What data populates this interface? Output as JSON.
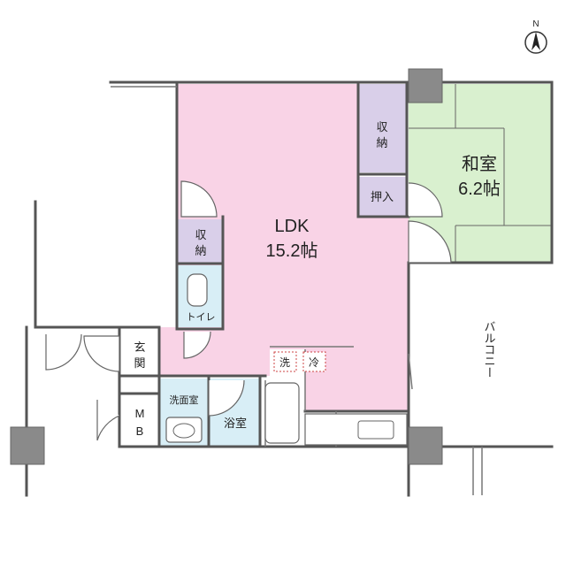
{
  "compass": {
    "label": "N",
    "icon": "north-arrow-icon"
  },
  "rooms": {
    "ldk": {
      "name": "LDK",
      "size": "15.2帖"
    },
    "washitsu": {
      "name": "和室",
      "size": "6.2帖"
    },
    "storage_top": {
      "line1": "収",
      "line2": "納"
    },
    "oshiire": {
      "name": "押入"
    },
    "storage_left": {
      "line1": "収",
      "line2": "納"
    },
    "toilet": {
      "name": "トイレ"
    },
    "entrance": {
      "line1": "玄",
      "line2": "関"
    },
    "mb": {
      "line1": "M",
      "line2": "B"
    },
    "washroom": {
      "name": "洗面室"
    },
    "bath": {
      "name": "浴室"
    },
    "balcony": {
      "name": "バルコニー"
    }
  },
  "fixtures": {
    "washer": "洗",
    "fridge": "冷"
  },
  "colors": {
    "ldk": "#f9d3e6",
    "washitsu": "#d9f0cf",
    "storage": "#d9cfe9",
    "wet_area": "#d8eef6",
    "wall": "#555555",
    "pillar": "#8a8a8a"
  }
}
